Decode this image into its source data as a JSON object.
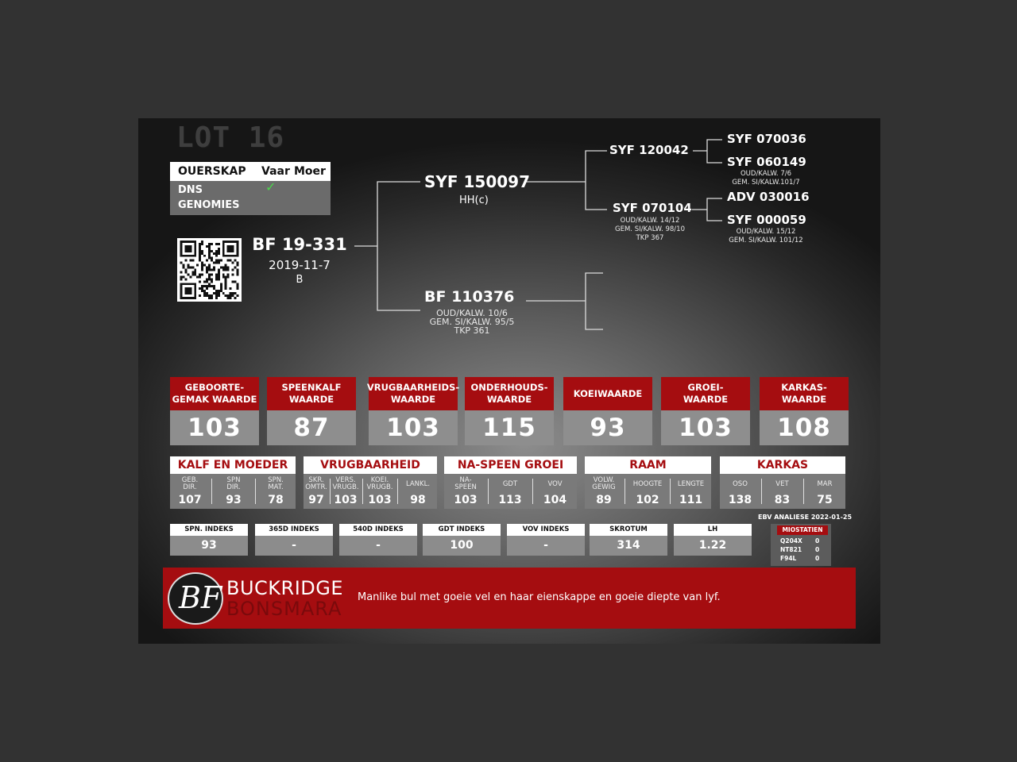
{
  "lot": "LOT 16",
  "parentage": {
    "heading": "OUERSKAP",
    "col_sire": "Vaar",
    "col_dam": "Moer",
    "rows": [
      "DNS",
      "GENOMIES"
    ],
    "dns_sire_check": "✓"
  },
  "animal": {
    "id": "BF 19-331",
    "date": "2019-11-7",
    "grade": "B"
  },
  "pedigree": {
    "sire": {
      "name": "SYF 150097",
      "note": "HH(c)"
    },
    "dam": {
      "name": "BF 110376",
      "sub": [
        "OUD/KALW. 10/6",
        "GEM. SI/KALW. 95/5",
        "TKP 361"
      ]
    },
    "ss": {
      "name": "SYF 120042"
    },
    "sd": {
      "name": "SYF 070104",
      "sub": [
        "OUD/KALW. 14/12",
        "GEM. SI/KALW. 98/10",
        "TKP 367"
      ]
    },
    "sss": {
      "name": "SYF 070036"
    },
    "ssd": {
      "name": "SYF 060149",
      "sub": [
        "OUD/KALW. 7/6",
        "GEM. SI/KALW.101/7"
      ]
    },
    "sds": {
      "name": "ADV 030016"
    },
    "sdd": {
      "name": "SYF 000059",
      "sub": [
        "OUD/KALW. 15/12",
        "GEM. SI/KALW. 101/12"
      ]
    }
  },
  "indexes": [
    {
      "label": "GEBOORTE-\nGEMAK WAARDE",
      "value": "103"
    },
    {
      "label": "SPEENKALF\nWAARDE",
      "value": "87"
    },
    {
      "label": "VRUGBAARHEIDS-\nWAARDE",
      "value": "103"
    },
    {
      "label": "ONDERHOUDS-\nWAARDE",
      "value": "115"
    },
    {
      "label": "KOEIWAARDE",
      "value": "93"
    },
    {
      "label": "GROEI-\nWAARDE",
      "value": "103"
    },
    {
      "label": "KARKAS-\nWAARDE",
      "value": "108"
    }
  ],
  "groups": [
    {
      "title": "KALF EN MOEDER",
      "cells": [
        {
          "label": "GEB.\nDIR.",
          "value": "107"
        },
        {
          "label": "SPN\nDIR.",
          "value": "93"
        },
        {
          "label": "SPN.\nMAT.",
          "value": "78"
        }
      ]
    },
    {
      "title": "VRUGBAARHEID",
      "cells": [
        {
          "label": "SKR.\nOMTR.",
          "value": "97"
        },
        {
          "label": "VERS.\nVRUGB.",
          "value": "103"
        },
        {
          "label": "KOEI.\nVRUGB.",
          "value": "103"
        },
        {
          "label": "LANKL.",
          "value": "98"
        }
      ]
    },
    {
      "title": "NA-SPEEN GROEI",
      "cells": [
        {
          "label": "NA-\nSPEEN",
          "value": "103"
        },
        {
          "label": "GDT",
          "value": "113"
        },
        {
          "label": "VOV",
          "value": "104"
        }
      ]
    },
    {
      "title": "RAAM",
      "cells": [
        {
          "label": "VOLW.\nGEWIG",
          "value": "89"
        },
        {
          "label": "HOOGTE",
          "value": "102"
        },
        {
          "label": "LENGTE",
          "value": "111"
        }
      ]
    },
    {
      "title": "KARKAS",
      "cells": [
        {
          "label": "OSO",
          "value": "138"
        },
        {
          "label": "VET",
          "value": "83"
        },
        {
          "label": "MAR",
          "value": "75"
        }
      ]
    }
  ],
  "ebv_note": "EBV ANALIESE 2022-01-25",
  "small_indexes": [
    {
      "label": "SPN. INDEKS",
      "value": "93"
    },
    {
      "label": "365D INDEKS",
      "value": "-"
    },
    {
      "label": "540D INDEKS",
      "value": "-"
    },
    {
      "label": "GDT INDEKS",
      "value": "100"
    },
    {
      "label": "VOV INDEKS",
      "value": "-"
    },
    {
      "label": "SKROTUM",
      "value": "314"
    },
    {
      "label": "LH",
      "value": "1.22"
    }
  ],
  "miostatien": {
    "title": "MIOSTATIEN",
    "rows": [
      {
        "label": "Q204X",
        "value": "0"
      },
      {
        "label": "NT821",
        "value": "0"
      },
      {
        "label": "F94L",
        "value": "0"
      }
    ]
  },
  "footer": {
    "logo_text": "BF",
    "brand_line1": "BUCKRIDGE",
    "brand_line2": "BONSMARA",
    "comment": "Manlike bul met goeie vel en haar eienskappe en goeie diepte van lyf."
  },
  "colors": {
    "accent_red": "#a50d10",
    "check_green": "#4cd64c",
    "page_bg": "#323232"
  }
}
